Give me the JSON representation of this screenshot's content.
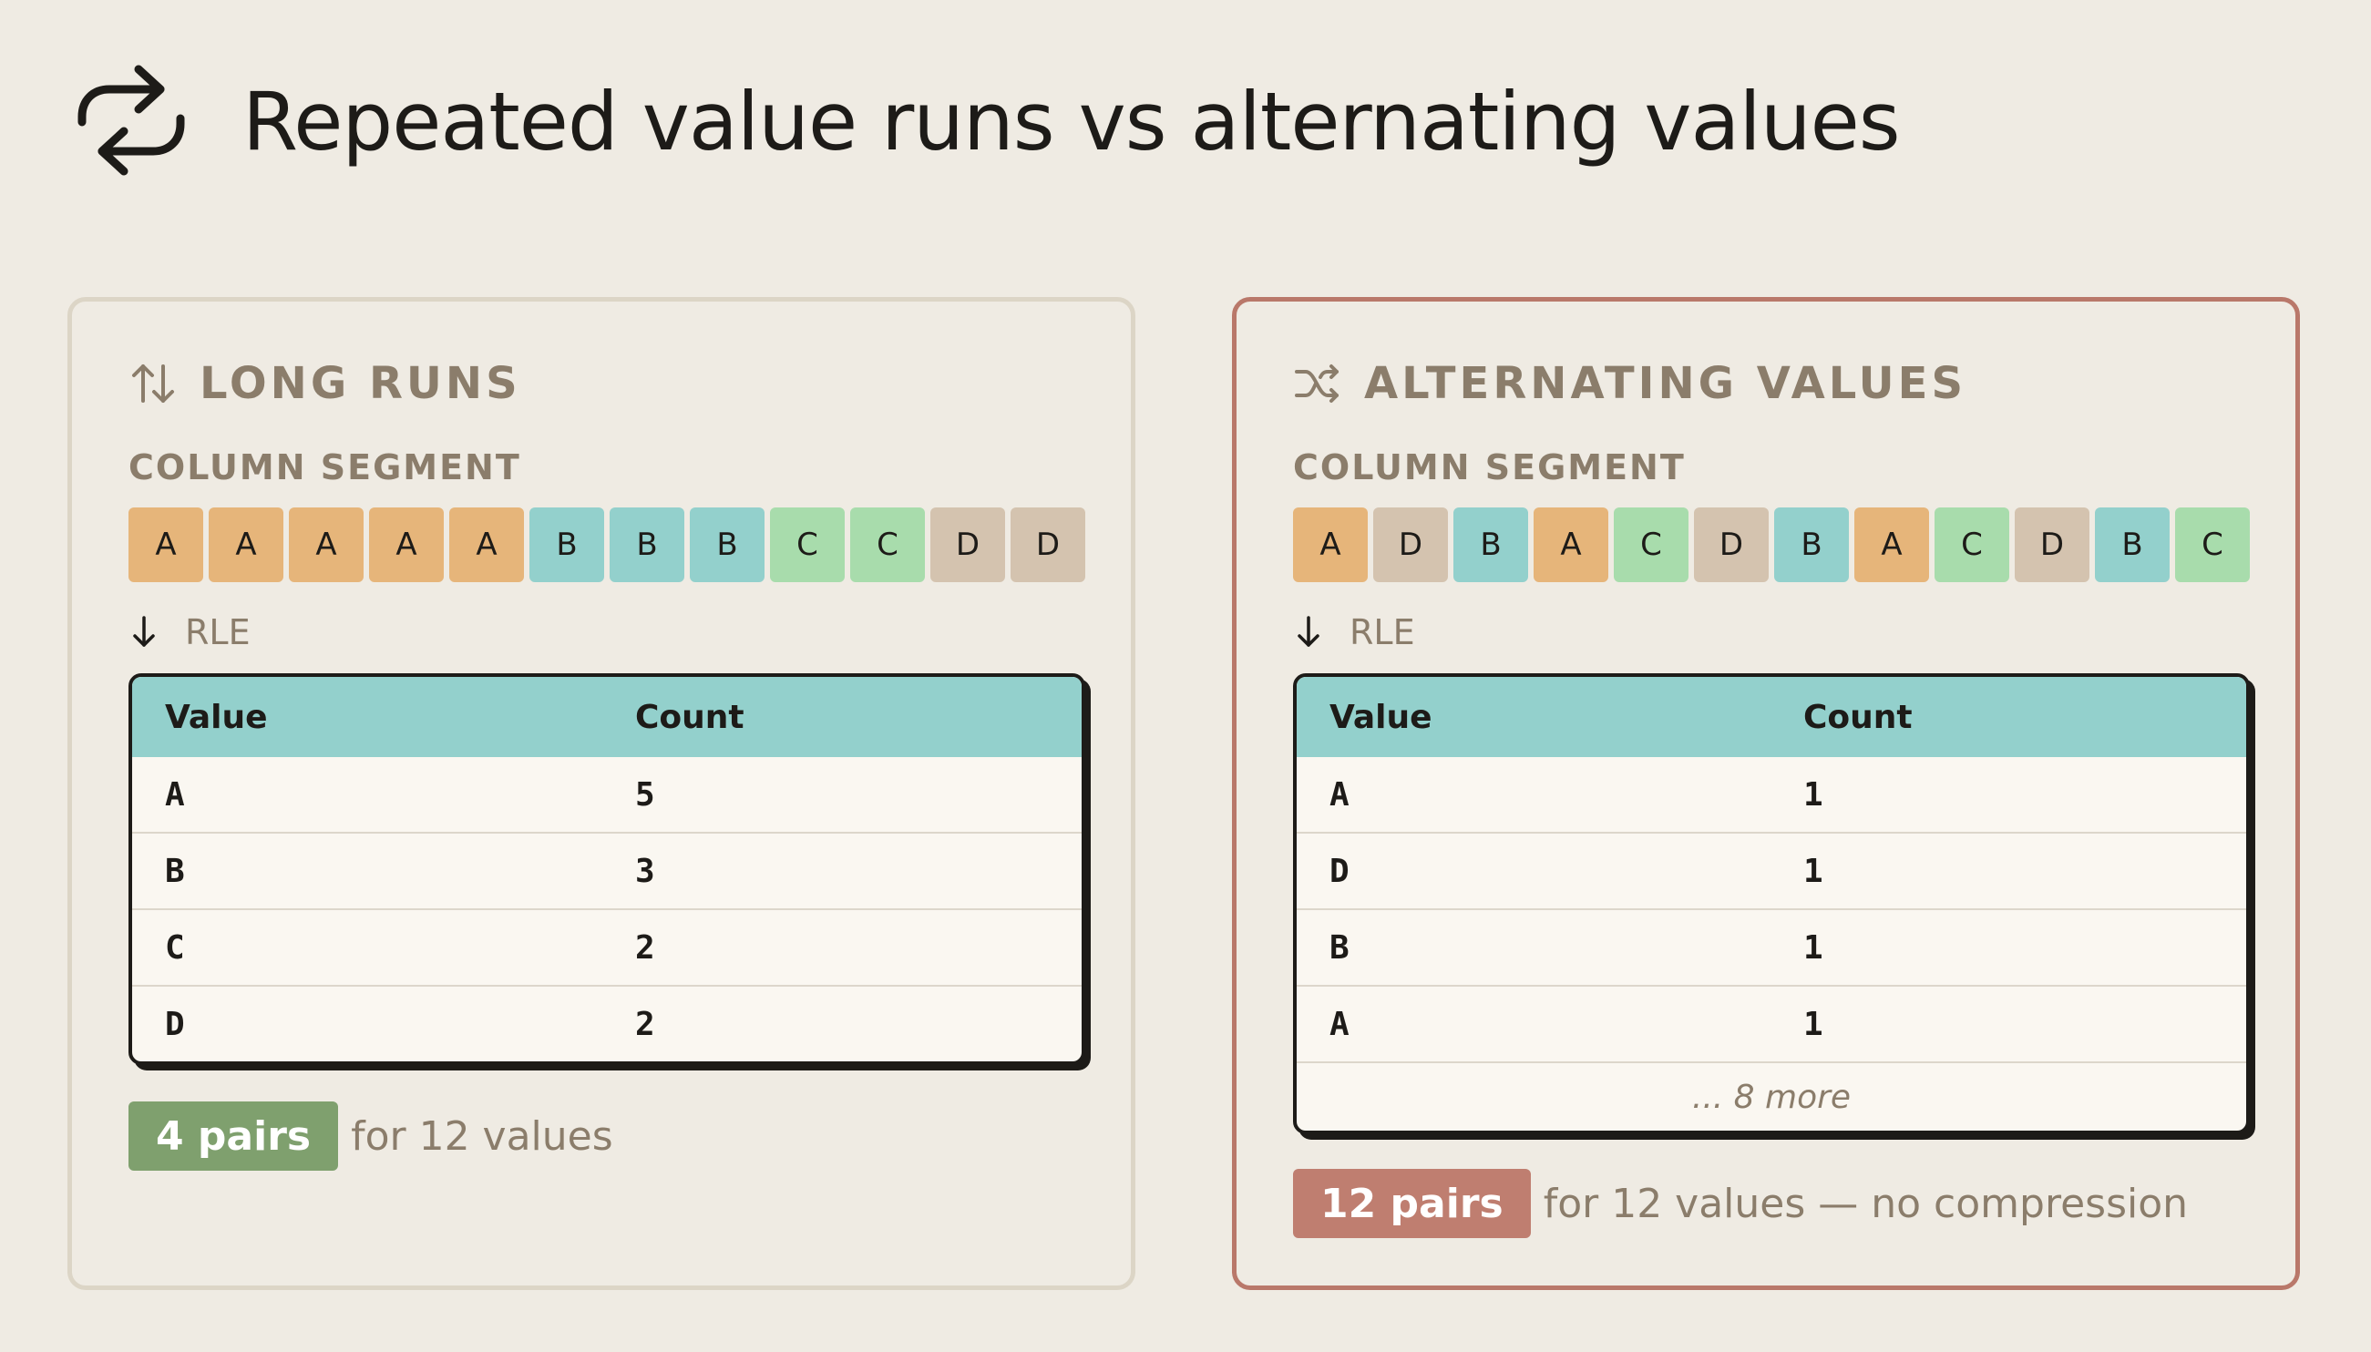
{
  "title": "Repeated value runs vs alternating values",
  "header_icon": "repeat-icon",
  "colors": {
    "A": "#e6b57a",
    "B": "#93d0cc",
    "C": "#a8dcac",
    "D": "#d4c3af",
    "accent_red": "#b9786a",
    "accent_green": "#7fa06e"
  },
  "left": {
    "heading": "LONG RUNS",
    "heading_icon": "sort-arrows-icon",
    "segment_label": "COLUMN SEGMENT",
    "cells": [
      "A",
      "A",
      "A",
      "A",
      "A",
      "B",
      "B",
      "B",
      "C",
      "C",
      "D",
      "D"
    ],
    "rle_label": "RLE",
    "table": {
      "col_value": "Value",
      "col_count": "Count",
      "rows": [
        {
          "value": "A",
          "count": "5"
        },
        {
          "value": "B",
          "count": "3"
        },
        {
          "value": "C",
          "count": "2"
        },
        {
          "value": "D",
          "count": "2"
        }
      ]
    },
    "badge": "4 pairs",
    "result_text": "for 12 values"
  },
  "right": {
    "heading": "ALTERNATING VALUES",
    "heading_icon": "shuffle-icon",
    "segment_label": "COLUMN SEGMENT",
    "cells": [
      "A",
      "D",
      "B",
      "A",
      "C",
      "D",
      "B",
      "A",
      "C",
      "D",
      "B",
      "C"
    ],
    "rle_label": "RLE",
    "table": {
      "col_value": "Value",
      "col_count": "Count",
      "rows": [
        {
          "value": "A",
          "count": "1"
        },
        {
          "value": "D",
          "count": "1"
        },
        {
          "value": "B",
          "count": "1"
        },
        {
          "value": "A",
          "count": "1"
        }
      ],
      "more": "... 8 more"
    },
    "badge": "12 pairs",
    "result_text": "for 12 values — no compression"
  }
}
